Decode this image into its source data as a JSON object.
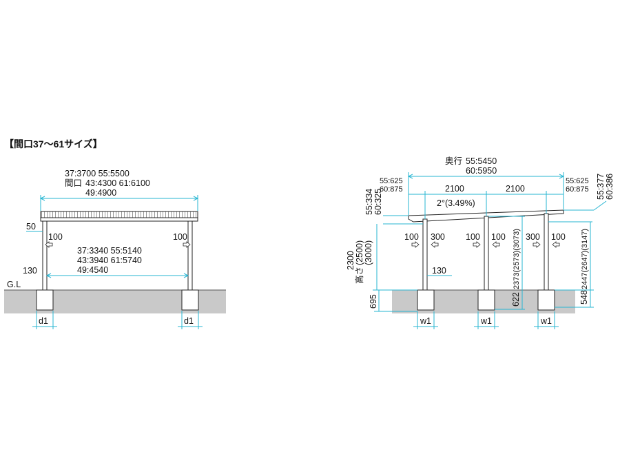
{
  "title": "【間口37〜61サイズ】",
  "front": {
    "width_label": "間口",
    "width_lines": [
      "37:3700  55:5500",
      "43:4300  61:6100",
      "49:4900"
    ],
    "inner_lines": [
      "37:3340  55:5140",
      "43:3940  61:5740",
      "49:4540"
    ],
    "dim_50": "50",
    "dim_100_left": "100",
    "dim_100_right": "100",
    "dim_130": "130",
    "gl": "G.L",
    "d1_left": "d1",
    "d1_right": "d1"
  },
  "side": {
    "depth_label": "奥行",
    "depth_lines": [
      "55:5450",
      "60:5950"
    ],
    "overhang_left": [
      "55:625",
      "60:875"
    ],
    "overhang_right": [
      "55:625",
      "60:875"
    ],
    "span_1": "2100",
    "span_2": "2100",
    "slope": "2°(3.49%)",
    "left_top_vertical": [
      "55:334",
      "60:325"
    ],
    "right_top_vertical": [
      "55:377",
      "60:386"
    ],
    "height_label": "高さ",
    "height_values": [
      "2300",
      "(2500)",
      "(3000)"
    ],
    "post_offsets": [
      "100",
      "300",
      "100",
      "100",
      "300",
      "100"
    ],
    "dim_130": "130",
    "mid_post_height": "2373(2573)(3073)",
    "right_post_height": "2447(2647)(3147)",
    "depth_695": "695",
    "depth_622": "622",
    "depth_548": "548",
    "w1_labels": [
      "w1",
      "w1",
      "w1"
    ]
  }
}
